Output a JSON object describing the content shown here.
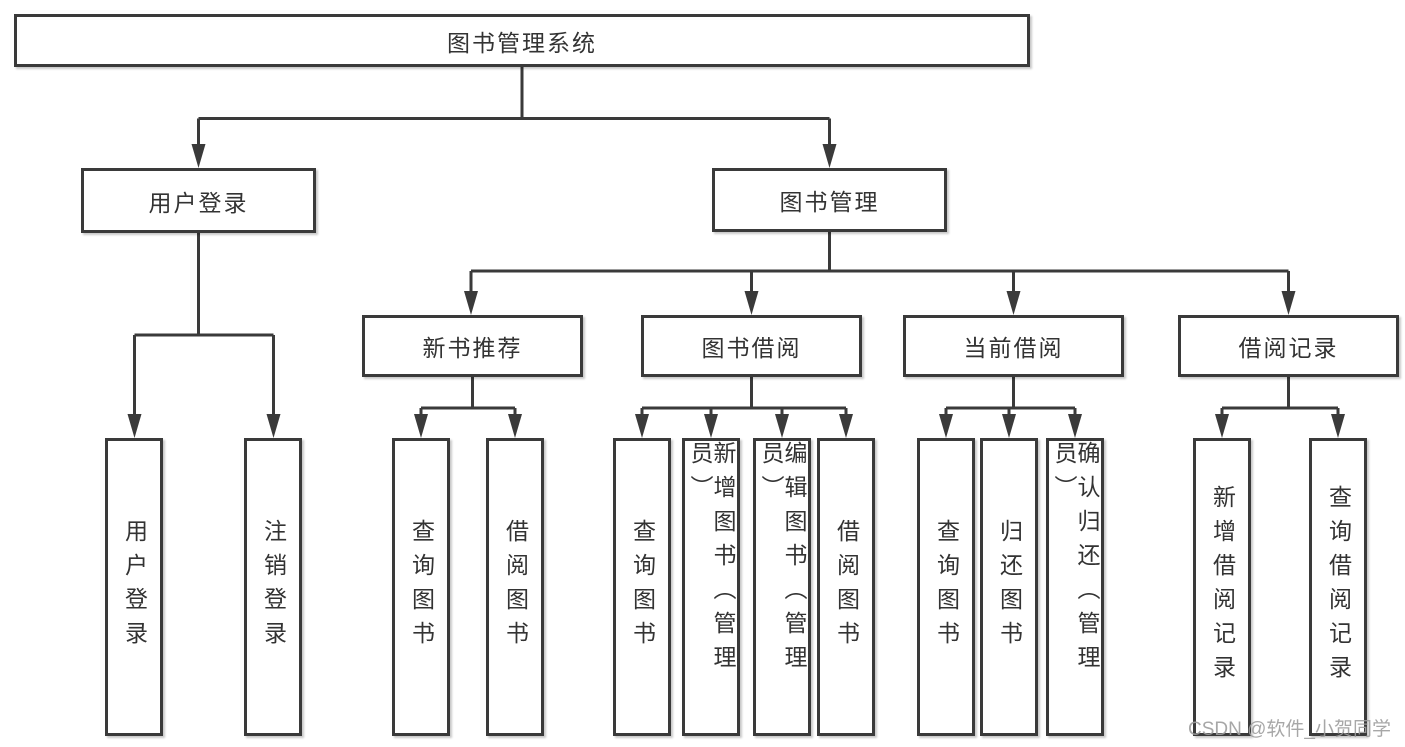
{
  "diagram": {
    "title_node": {
      "label": "图书管理系统"
    },
    "level2": [
      {
        "label": "用户登录"
      },
      {
        "label": "图书管理"
      }
    ],
    "level3": [
      {
        "label": "新书推荐"
      },
      {
        "label": "图书借阅"
      },
      {
        "label": "当前借阅"
      },
      {
        "label": "借阅记录"
      }
    ],
    "leaves": {
      "user_login": [
        {
          "label": "用户登录"
        },
        {
          "label": "注销登录"
        }
      ],
      "new_book_recommend": [
        {
          "label": "查询图书"
        },
        {
          "label": "借阅图书"
        }
      ],
      "book_borrowing": [
        {
          "label": "查询图书"
        },
        {
          "label": "新增图书（管理员）"
        },
        {
          "label": "编辑图书（管理员）"
        },
        {
          "label": "借阅图书"
        }
      ],
      "current_borrowing": [
        {
          "label": "查询图书"
        },
        {
          "label": "归还图书"
        },
        {
          "label": "确认归还（管理员）"
        }
      ],
      "borrowing_records": [
        {
          "label": "新增借阅记录"
        },
        {
          "label": "查询借阅记录"
        }
      ]
    },
    "colors": {
      "line": "#3a3a3a",
      "text": "#333333",
      "background": "#ffffff",
      "watermark": "#9e9e9e"
    }
  },
  "watermark": {
    "text": "CSDN @软件_小贺同学"
  }
}
